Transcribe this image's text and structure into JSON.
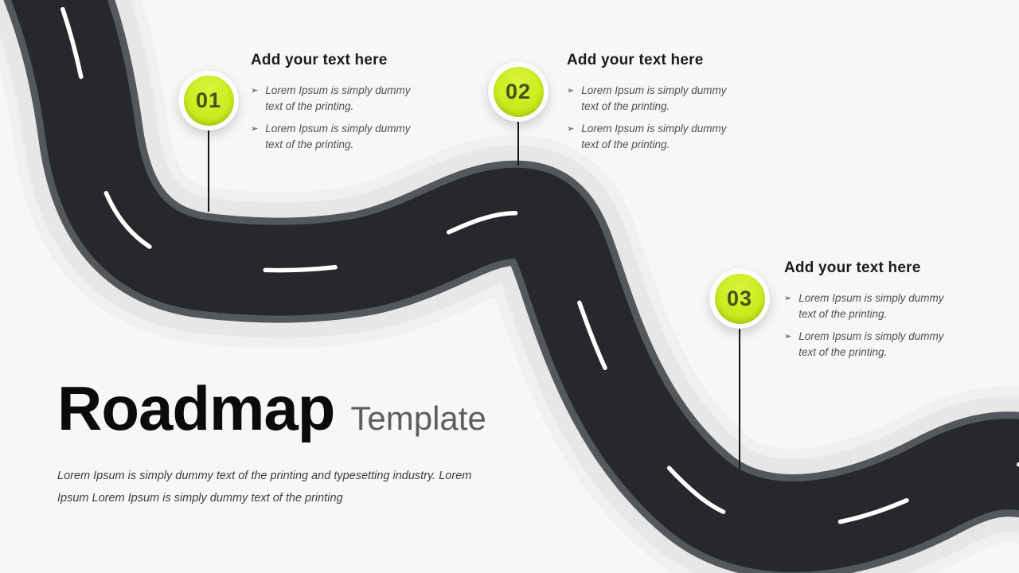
{
  "slide": {
    "title": "Roadmap",
    "title_suffix": "Template",
    "subtitle": "Lorem Ipsum is simply dummy text of the printing and typesetting industry. Lorem Ipsum Lorem Ipsum is simply dummy text of the printing"
  },
  "milestones": [
    {
      "number": "01",
      "heading": "Add your text here",
      "bullets": [
        "Lorem Ipsum is simply dummy text of the printing.",
        "Lorem Ipsum is simply dummy text of the printing."
      ]
    },
    {
      "number": "02",
      "heading": "Add your text here",
      "bullets": [
        "Lorem Ipsum is simply dummy text of the printing.",
        "Lorem Ipsum is simply dummy text of the printing."
      ]
    },
    {
      "number": "03",
      "heading": "Add your text here",
      "bullets": [
        "Lorem Ipsum is simply dummy text of the printing.",
        "Lorem Ipsum is simply dummy text of the printing."
      ]
    }
  ],
  "icons": {
    "bullet": "➢"
  },
  "colors": {
    "background": "#f7f7f7",
    "asphalt": "#26282b",
    "road_border": "#54585c",
    "road_halo": "#e8e8e8",
    "accent_green": "#cbec1f",
    "number_text": "#47501a",
    "heading_text": "#1c1c1c",
    "body_text": "#4f4f4f"
  }
}
